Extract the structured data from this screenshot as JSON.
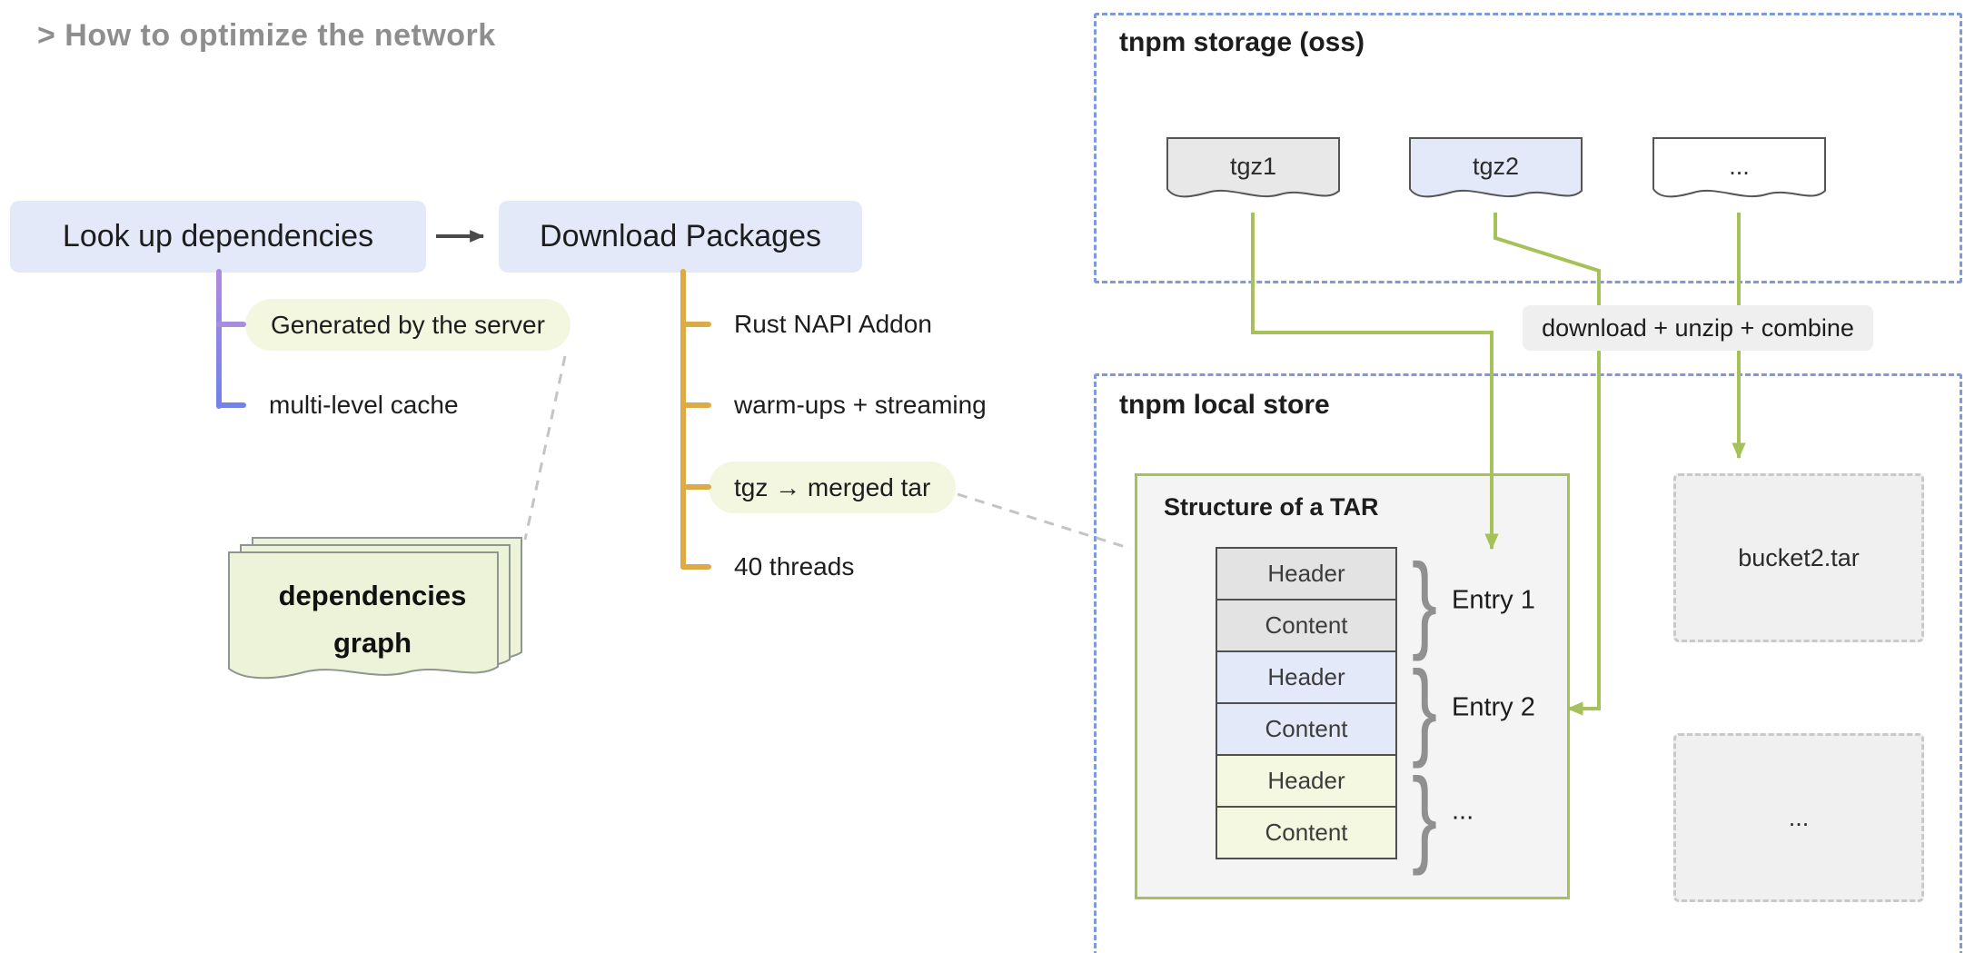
{
  "page": {
    "title": "> How to optimize the network"
  },
  "flow": {
    "lookup_box": "Look up dependencies",
    "download_box": "Download Packages",
    "lookup_items": [
      {
        "label": "Generated by the server"
      },
      {
        "label": "multi-level cache"
      }
    ],
    "download_items": [
      {
        "label": "Rust NAPI Addon"
      },
      {
        "label": "warm-ups + streaming"
      },
      {
        "label": "tgz → merged tar"
      },
      {
        "label": "40 threads"
      }
    ]
  },
  "dependencies_graph": {
    "line1": "dependencies",
    "line2": "graph"
  },
  "storage": {
    "title": "tnpm storage (oss)",
    "files": [
      {
        "label": "tgz1"
      },
      {
        "label": "tgz2"
      },
      {
        "label": "..."
      }
    ]
  },
  "transfer": {
    "label": "download + unzip + combine"
  },
  "local_store": {
    "title": "tnpm local store",
    "tar_structure": {
      "title": "Structure of a TAR",
      "rows": [
        "Header",
        "Content",
        "Header",
        "Content",
        "Header",
        "Content"
      ],
      "entries": [
        "Entry 1",
        "Entry 2",
        "..."
      ],
      "brace": "}"
    },
    "buckets": [
      {
        "label": "bucket2.tar"
      },
      {
        "label": "..."
      }
    ]
  },
  "colors": {
    "flow_box_bg": "#e3e9f8",
    "highlight_bg": "#f3f7e0",
    "purple_accent": "#a78fe0",
    "blue_accent": "#7282e8",
    "orange_accent": "#dcab45",
    "olive_accent": "#a5c157",
    "dashed_border_blue": "#7e99de",
    "title_gray": "#8e8e8e"
  }
}
